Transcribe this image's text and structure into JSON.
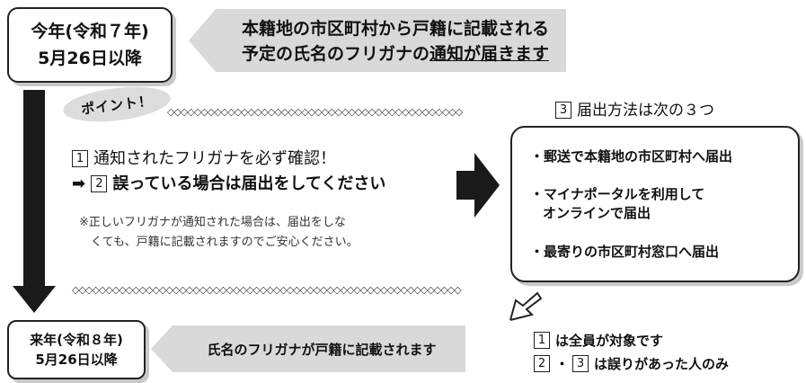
{
  "top_date": {
    "line1": "今年(令和７年)",
    "line2": "5月26日以降"
  },
  "top_notice": {
    "line1": "本籍地の市区町村から戸籍に記載される",
    "line2_prefix": "予定の氏名のフリガナの",
    "line2_underlined": "通知が届きます"
  },
  "point_label": "ポイント！",
  "steps": [
    {
      "num": "1",
      "prefix": "",
      "text": "通知されたフリガナを必ず確認！"
    },
    {
      "num": "2",
      "prefix": "➡",
      "text": "誤っている場合は届出をしてください"
    }
  ],
  "note": {
    "line1": "※正しいフリガナが通知された場合は、届出をしな",
    "line2": "くても、戸籍に記載されますのでご安心ください。"
  },
  "methods": {
    "num": "3",
    "title": "届出方法は次の３つ",
    "items": [
      {
        "line1": "・郵送で本籍地の市区町村へ届出",
        "line2": ""
      },
      {
        "line1": "・マイナポータルを利用して",
        "line2": "オンラインで届出"
      },
      {
        "line1": "・最寄りの市区町村窓口へ届出",
        "line2": ""
      }
    ]
  },
  "bottom_date": {
    "line1": "来年(令和８年)",
    "line2": "5月26日以降"
  },
  "bottom_notice": "氏名のフリガナが戸籍に記載されます",
  "legend": [
    {
      "nums": [
        "1"
      ],
      "sep": "",
      "text": "は全員が対象です"
    },
    {
      "nums": [
        "2",
        "3"
      ],
      "sep": "・",
      "text": "は誤りがあった人のみ"
    }
  ]
}
